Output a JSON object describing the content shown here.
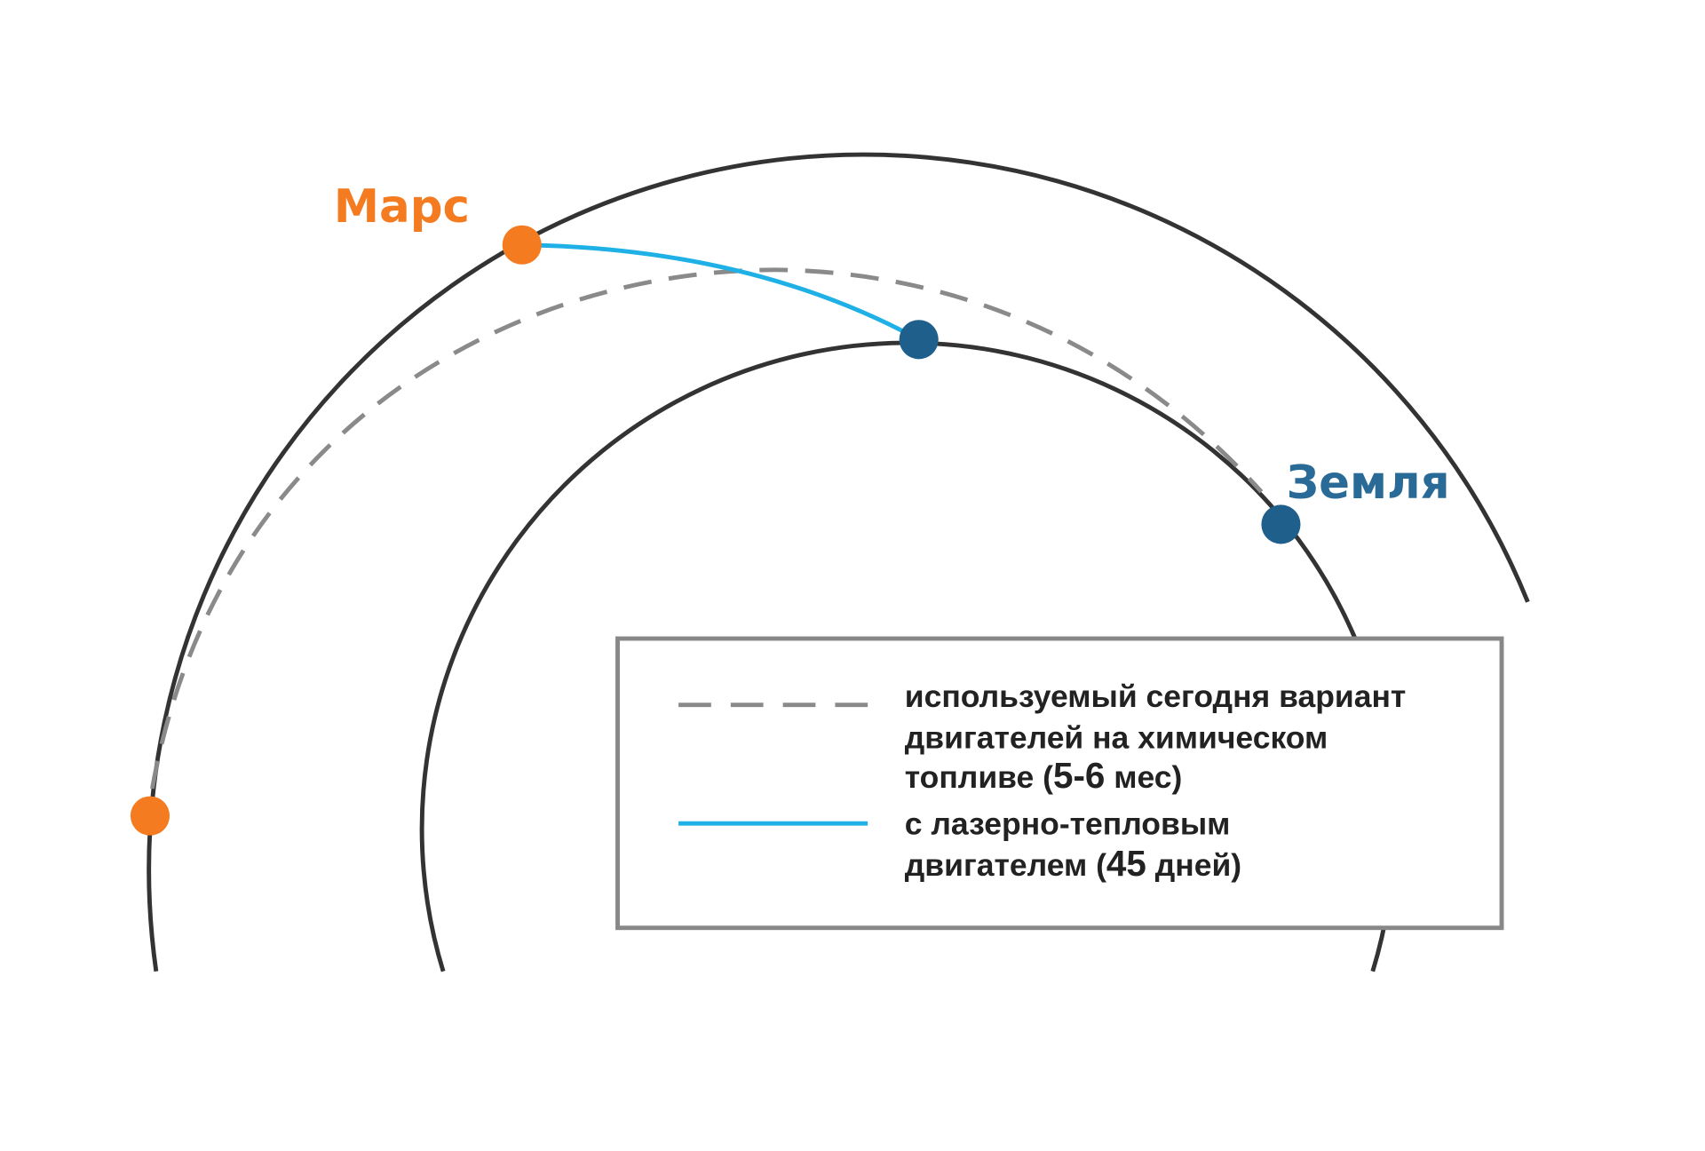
{
  "labels": {
    "mars": "Марс",
    "earth": "Земля"
  },
  "legend": {
    "chemical": {
      "line1": "используемый сегодня вариант",
      "line2": "двигателей на химическом",
      "line3_prefix": "топливе (",
      "line3_value": "5-6",
      "line3_suffix": " мес)"
    },
    "laser": {
      "line1": "с лазерно-тепловым",
      "line2_prefix": "двигателем (",
      "line2_value": "45",
      "line2_suffix": " дней)"
    }
  },
  "colors": {
    "mars": "#f47b20",
    "earth": "#1f5f8b",
    "earth_label": "#2a6a97",
    "laser": "#1fb0e6",
    "chemical": "#8a8a8a",
    "orbit": "#333333"
  }
}
